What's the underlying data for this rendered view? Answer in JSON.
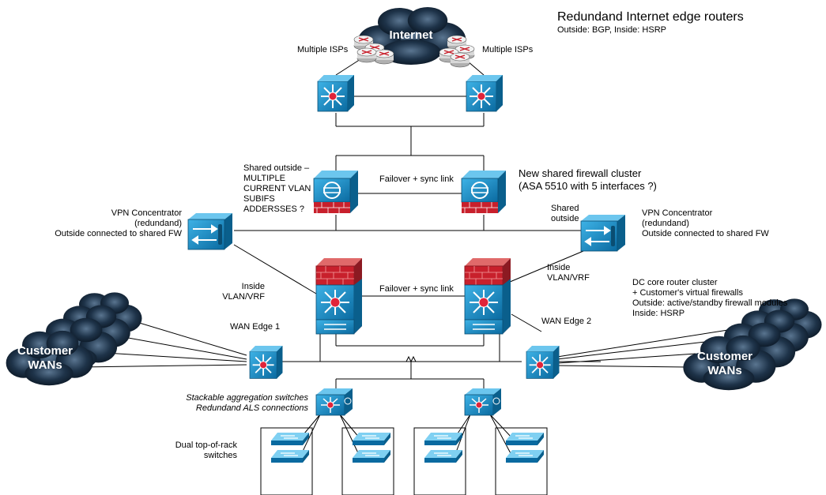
{
  "title": "Redundand Internet edge routers",
  "subtitle": "Outside: BGP, Inside: HSRP",
  "clouds": {
    "internet": "Internet",
    "customer_wans": "Customer\nWANs"
  },
  "labels": {
    "isp_left": "Multiple ISPs",
    "isp_right": "Multiple ISPs",
    "shared_outside_note": "Shared outside –\nMULTIPLE\nCURRENT VLAN\nSUBIFS\nADDERSSES ?",
    "failover_fw": "Failover + sync link",
    "new_fw_cluster": "New shared firewall cluster\n(ASA 5510 with 5 interfaces ?)",
    "vpn_left": "VPN Concentrator\n(redundand)\nOutside connected to shared FW",
    "vpn_right": "VPN Concentrator\n(redundand)\nOutside connected to shared FW",
    "shared_outside": "Shared\noutside",
    "inside_left": "Inside\nVLAN/VRF",
    "inside_right": "Inside\nVLAN/VRF",
    "failover_core": "Failover + sync link",
    "dc_core": "DC core router cluster\n+ Customer's virtual firewalls\nOutside: active/standby firewall modules\nInside: HSRP",
    "wan_edge_1": "WAN Edge 1",
    "wan_edge_2": "WAN Edge 2",
    "stackable": "Stackable aggregation switches\nRedundand ALS connections",
    "tor": "Dual top-of-rack\nswitches"
  },
  "colors": {
    "device_blue": "#1a8fc6",
    "device_dark": "#0a5f8c",
    "firewall_red": "#c8202c",
    "cloud_dark": "#14253a"
  }
}
